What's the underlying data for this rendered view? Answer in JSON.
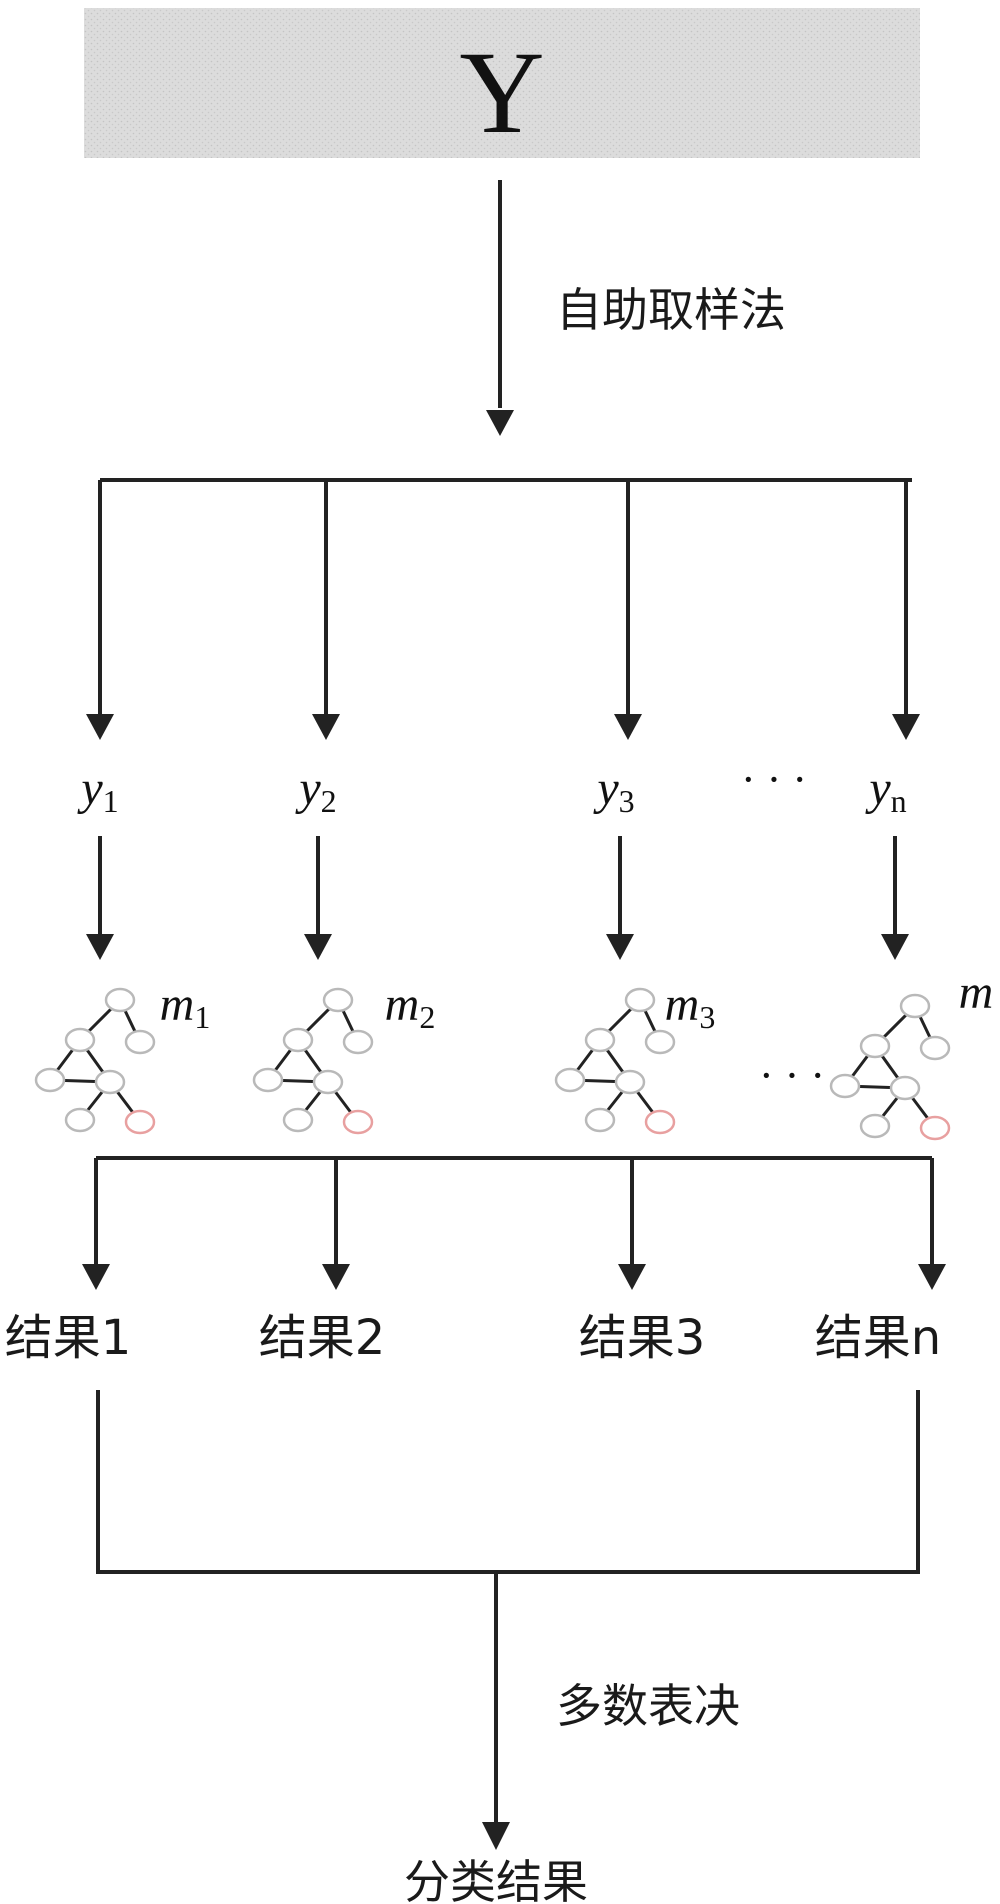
{
  "top_box": {
    "label": "Y",
    "fill": "#d9d9d9"
  },
  "sampling_label": "自助取样法",
  "samples": [
    {
      "letter": "y",
      "sub": "1"
    },
    {
      "letter": "y",
      "sub": "2"
    },
    {
      "letter": "y",
      "sub": "3"
    },
    {
      "letter": "y",
      "sub": "n"
    }
  ],
  "ellipsis_samples": "· · ·",
  "models": [
    {
      "letter": "m",
      "sub": "1"
    },
    {
      "letter": "m",
      "sub": "2"
    },
    {
      "letter": "m",
      "sub": "3"
    },
    {
      "letter": "m",
      "sub": ""
    }
  ],
  "ellipsis_models": "· · ·",
  "results": [
    "结果1",
    "结果2",
    "结果3",
    "结果n"
  ],
  "vote_label": "多数表决",
  "final_label": "分类结果",
  "icons": {
    "tree": "decision-tree-icon"
  },
  "colors": {
    "line": "#222222",
    "leaf_node": "#e8a0a0",
    "node": "#b9b9b9"
  }
}
